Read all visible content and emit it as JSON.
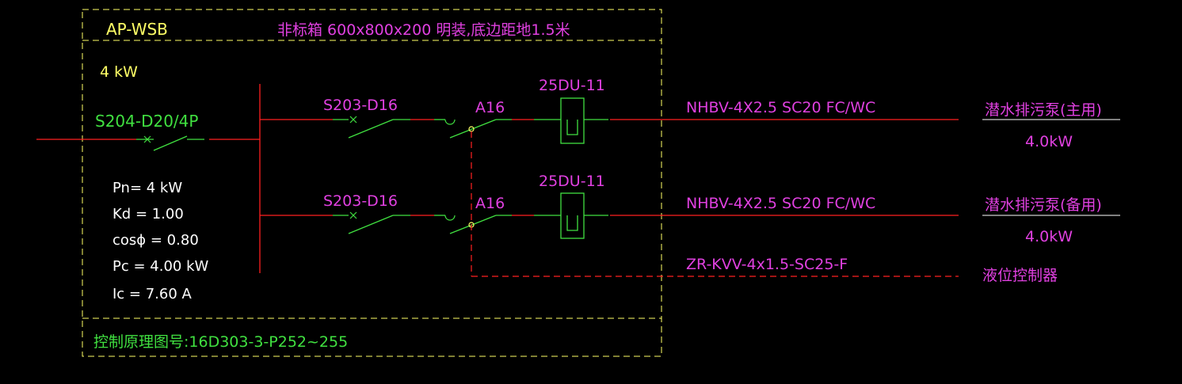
{
  "panel": {
    "name": "AP-WSB",
    "spec": "非标箱  600x800x200    明装,底边距地1.5米",
    "power": "4 kW",
    "control_ref": "控制原理图号:16D303-3-P252~255"
  },
  "incoming": {
    "breaker": "S204-D20/4P",
    "calc": {
      "pn": "Pn= 4  kW",
      "kd": "Kd = 1.00",
      "cos": "cosϕ = 0.80",
      "pc": "Pc = 4.00  kW",
      "ic": "Ic = 7.60  A"
    }
  },
  "circuits": [
    {
      "breaker": "S203-D16",
      "switch": "A16",
      "contactor": "25DU-11",
      "cable": "NHBV-4X2.5  SC20  FC/WC",
      "load": "潜水排污泵(主用)",
      "load_power": "4.0kW"
    },
    {
      "breaker": "S203-D16",
      "switch": "A16",
      "contactor": "25DU-11",
      "cable": "NHBV-4X2.5  SC20  FC/WC",
      "load": "潜水排污泵(备用)",
      "load_power": "4.0kW"
    }
  ],
  "control_line": {
    "cable": "ZR-KVV-4x1.5-SC25-F",
    "load": "液位控制器"
  },
  "colors": {
    "background": "#000000",
    "frame": "#ffff66",
    "conductor": "#ff2020",
    "breaker": "#40e040",
    "contactor": "#40e040",
    "label_magenta": "#e040e0",
    "label_white": "#ffffff",
    "label_yellow": "#ffff66"
  }
}
